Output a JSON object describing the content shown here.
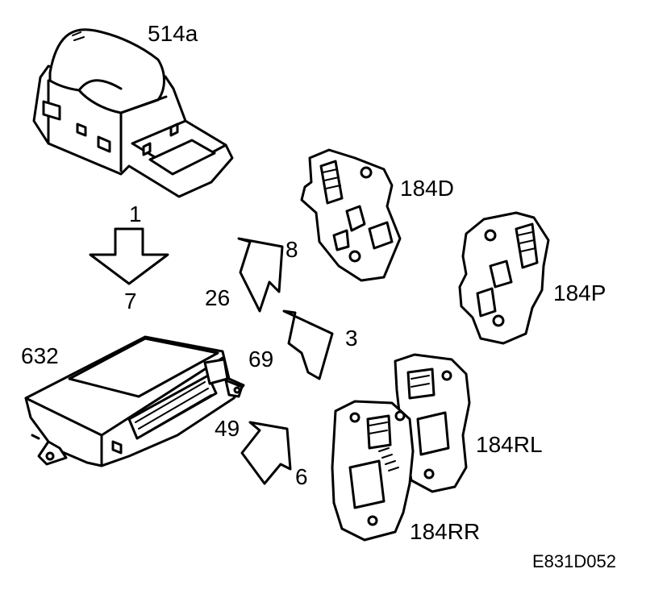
{
  "diagram": {
    "colors": {
      "line": "#000000",
      "fill": "#ffffff",
      "shade": "#d8d8d8"
    },
    "components": {
      "switch": "514a",
      "control_module": "632",
      "door_module_driver": "184D",
      "door_module_passenger": "184P",
      "door_module_rear_left": "184RL",
      "door_module_rear_right": "184RR"
    },
    "pins": {
      "switch_out": "1",
      "module_in": "7",
      "module_out_a": "26",
      "door_in_a": "8",
      "module_out_b": "69",
      "door_in_b": "3",
      "module_out_c": "49",
      "door_in_c": "6"
    },
    "figure_code": "E831D052"
  }
}
